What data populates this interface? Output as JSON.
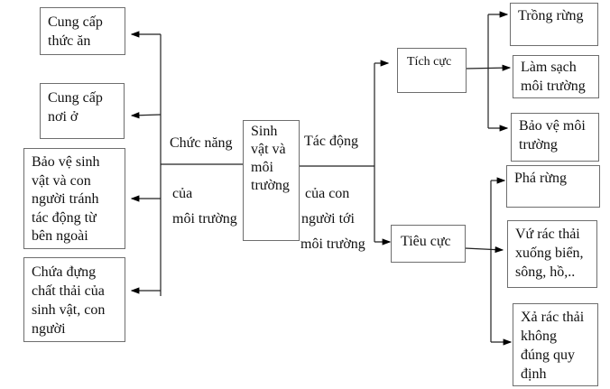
{
  "center": {
    "label": "Sinh vật và môi trường",
    "lines": [
      "Sinh",
      "vật và",
      "môi",
      "trường"
    ]
  },
  "left_branch": {
    "label_top": "Chức năng",
    "label_bottom_1": "của",
    "label_bottom_2": "môi trường",
    "items": [
      {
        "lines": [
          "Cung cấp",
          "thức ăn"
        ]
      },
      {
        "lines": [
          "Cung cấp",
          "nơi ở"
        ]
      },
      {
        "lines": [
          "Bảo vệ sinh",
          "vật và con",
          "người tránh",
          "tác động từ",
          "bên ngoài"
        ]
      },
      {
        "lines": [
          "Chứa đựng",
          "chất thải của",
          "sinh vật, con",
          "người"
        ]
      }
    ]
  },
  "right_branch": {
    "label_top": "Tác động",
    "label_bottom_1": "của con",
    "label_bottom_2": "người tới",
    "label_bottom_3": "môi trường",
    "positive": {
      "label": "Tích cực",
      "items": [
        {
          "lines": [
            "Trồng rừng"
          ]
        },
        {
          "lines": [
            "Làm sạch",
            "môi trường"
          ]
        },
        {
          "lines": [
            "Bảo vệ môi",
            "trường"
          ]
        }
      ]
    },
    "negative": {
      "label": "Tiêu cực",
      "items": [
        {
          "lines": [
            "Phá rừng"
          ]
        },
        {
          "lines": [
            "Vứ rác thải",
            "xuống biển,",
            "sông, hồ,.."
          ]
        },
        {
          "lines": [
            "Xả rác thải",
            "không",
            "đúng quy",
            "định"
          ]
        }
      ]
    }
  }
}
